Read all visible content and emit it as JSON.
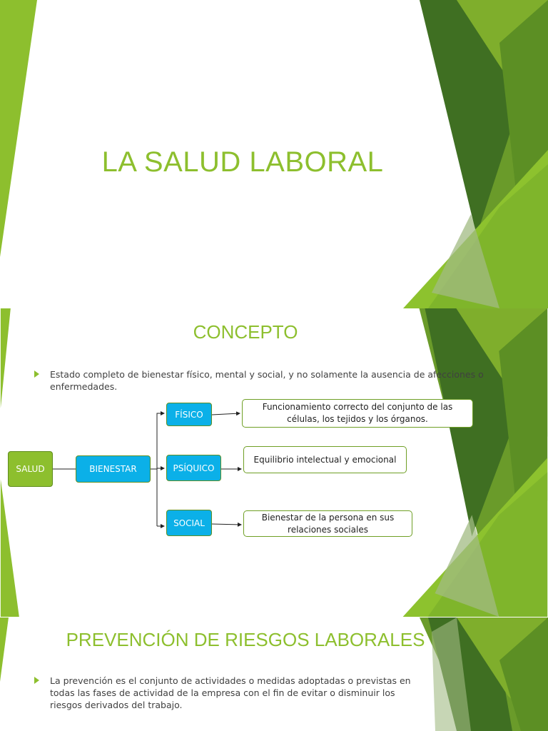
{
  "slide1": {
    "title": "LA SALUD LABORAL"
  },
  "slide2": {
    "heading": "CONCEPTO",
    "bullet": "Estado completo de bienestar físico, mental y social, y no solamente la ausencia de afecciones o enfermedades.",
    "diagram": {
      "root": "SALUD",
      "middle": "BIENESTAR",
      "branches": [
        {
          "label": "FÍSICO",
          "description": "Funcionamiento correcto del conjunto de las células, los tejidos y los órganos."
        },
        {
          "label": "PSÍQUICO",
          "description": "Equilibrio intelectual y emocional"
        },
        {
          "label": "SOCIAL",
          "description": "Bienestar de la persona en sus relaciones sociales"
        }
      ]
    }
  },
  "slide3": {
    "heading": "PREVENCIÓN DE RIESGOS LABORALES",
    "bullet": "La prevención es el conjunto de actividades o medidas adoptadas o previstas en todas las fases de actividad de la empresa con el fin de evitar o disminuir los riesgos derivados del trabajo."
  },
  "colors": {
    "accent_green": "#8dbf2e",
    "dark_green": "#3f6f22",
    "node_blue": "#0bb0e8"
  }
}
